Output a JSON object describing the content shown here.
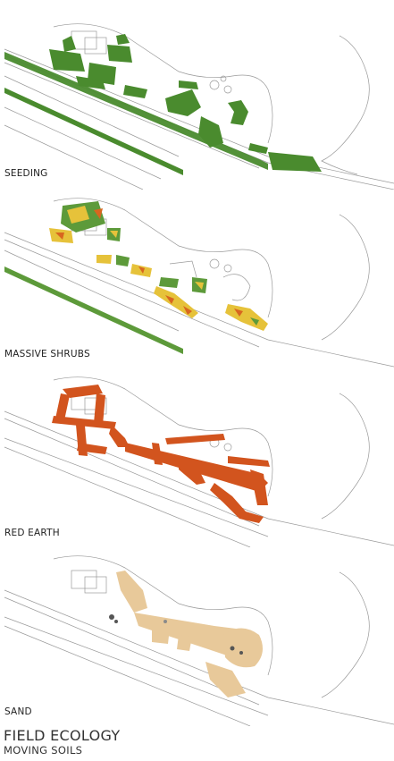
{
  "title": "FIELD ECOLOGY",
  "subtitle": "MOVING SOILS",
  "panels": [
    {
      "label": "SEEDING",
      "fill": "#4a8b2e"
    },
    {
      "label": "MASSIVE SHRUBS",
      "fill": "#5d9a3a",
      "accents": [
        "#e6c23a",
        "#d8661f"
      ]
    },
    {
      "label": "RED EARTH",
      "fill": "#d2541e"
    },
    {
      "label": "SAND",
      "fill": "#e8c99a"
    }
  ],
  "colors": {
    "line": "#9a9a9a",
    "dark_line": "#555555"
  }
}
